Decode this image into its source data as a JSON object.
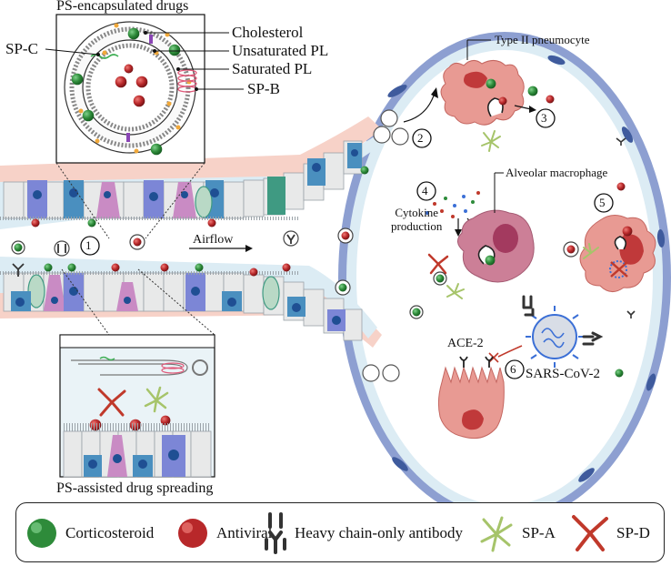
{
  "labels": {
    "ps_encapsulated": "PS-encapsulated drugs",
    "cholesterol": "Cholesterol",
    "unsaturated_pl": "Unsaturated PL",
    "saturated_pl": "Saturated PL",
    "sp_b": "SP-B",
    "sp_c": "SP-C",
    "type2": "Type II pneumocyte",
    "alveolar_macrophage": "Alveolar macrophage",
    "cytokine": "Cytokine\nproduction",
    "airflow": "Airflow",
    "ace2": "ACE-2",
    "sars": "SARS-CoV-2",
    "ps_spreading": "PS-assisted drug spreading"
  },
  "steps": [
    "1",
    "2",
    "3",
    "4",
    "5",
    "6"
  ],
  "legend": {
    "corticosteroid": "Corticosteroid",
    "antiviral": "Antiviral",
    "antibody": "Heavy chain-only antibody",
    "spa": "SP-A",
    "spd": "SP-D"
  },
  "colors": {
    "corticosteroid": "#2e8b3a",
    "antiviral": "#b8282a",
    "spa": "#a6c46a",
    "spd": "#c0392b",
    "alveolus_wall": "#8d9fd1",
    "surfactant_fluid": "#dcecf4",
    "mucosa": "#f7d2c8",
    "pneumocyte": "#e89a93",
    "macrophage": "#cc7f97"
  }
}
